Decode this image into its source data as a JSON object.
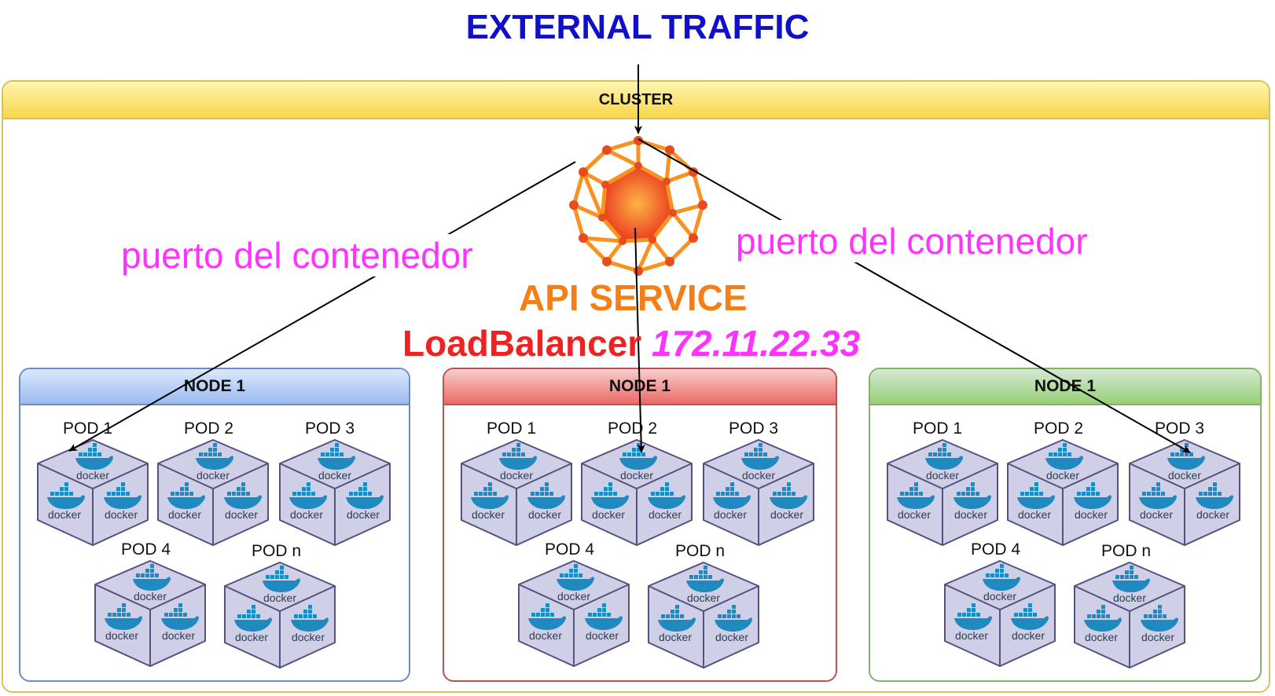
{
  "header": {
    "title": "EXTERNAL TRAFFIC"
  },
  "cluster": {
    "label": "CLUSTER"
  },
  "service": {
    "name": "API SERVICE",
    "type_label": "LoadBalancer",
    "ip": "172.11.22.33",
    "icon": "load-balancer-icon"
  },
  "ports": {
    "left": "puerto del contenedor",
    "right": "puerto del contenedor"
  },
  "nodes": [
    {
      "label": "NODE 1",
      "color": "#6c8ebf",
      "pods": [
        "POD 1",
        "POD 2",
        "POD 3",
        "POD 4",
        "POD n"
      ]
    },
    {
      "label": "NODE 1",
      "color": "#b85450",
      "pods": [
        "POD 1",
        "POD 2",
        "POD 3",
        "POD 4",
        "POD n"
      ]
    },
    {
      "label": "NODE 1",
      "color": "#82b366",
      "pods": [
        "POD 1",
        "POD 2",
        "POD 3",
        "POD 4",
        "POD n"
      ]
    }
  ],
  "pod_icon": {
    "name": "docker-cube-icon",
    "logo_text": "docker"
  },
  "colors": {
    "title": "#1010c8",
    "port_text": "#ff33ff",
    "api_text": "#f57f17",
    "lb_text": "#ee2222",
    "cube_fill": "#d0cfe8",
    "docker_blue": "#1f8ac0"
  }
}
